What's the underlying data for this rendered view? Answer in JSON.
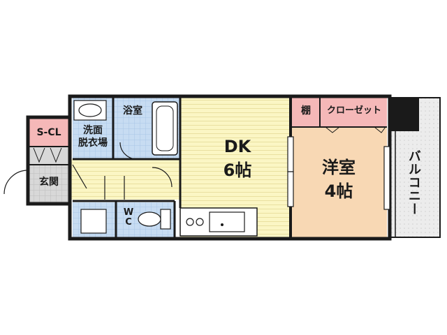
{
  "rooms": {
    "storage_closet": "S-CL",
    "entrance": "玄関",
    "washroom_line1": "洗面",
    "washroom_line2": "脱衣場",
    "bathroom": "浴室",
    "toilet": "WC",
    "dining_kitchen_name": "DK",
    "dining_kitchen_size": "6帖",
    "shelf": "棚",
    "closet": "クローゼット",
    "western_room_name": "洋室",
    "western_room_size": "4帖",
    "balcony": "バルコニー"
  },
  "colors": {
    "wall": "#1a1a1a",
    "dk_floor": "#fbf6c4",
    "western_floor": "#f8d8b4",
    "closet_floor": "#f5b8b8",
    "wet_tile": "#c7dcf2",
    "entrance_tile": "#d8d8d8",
    "hall_floor": "#fbf6c4",
    "balcony": "#ececec"
  }
}
